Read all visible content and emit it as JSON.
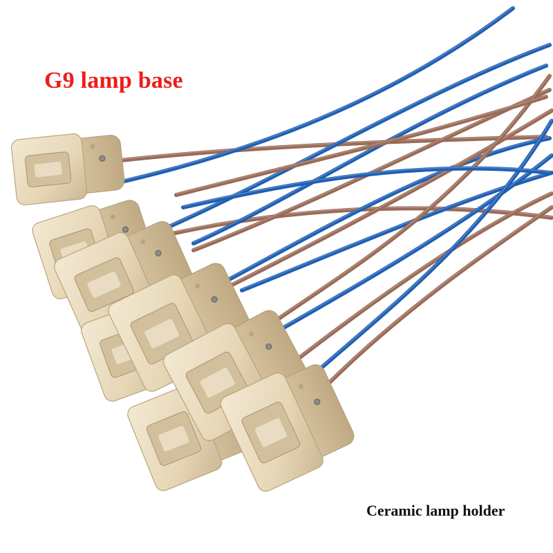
{
  "title": "G9 lamp base",
  "caption": "Ceramic lamp holder",
  "colors": {
    "title": "#ee1c1c",
    "caption": "#111111",
    "wire_blue": "#1f5fb3",
    "wire_brown": "#9a6b57",
    "ceramic": "#eadcc0"
  },
  "image": {
    "subject": "pile of G9 ceramic lamp holders with blue and brown wire leads",
    "holder_count": 8
  }
}
